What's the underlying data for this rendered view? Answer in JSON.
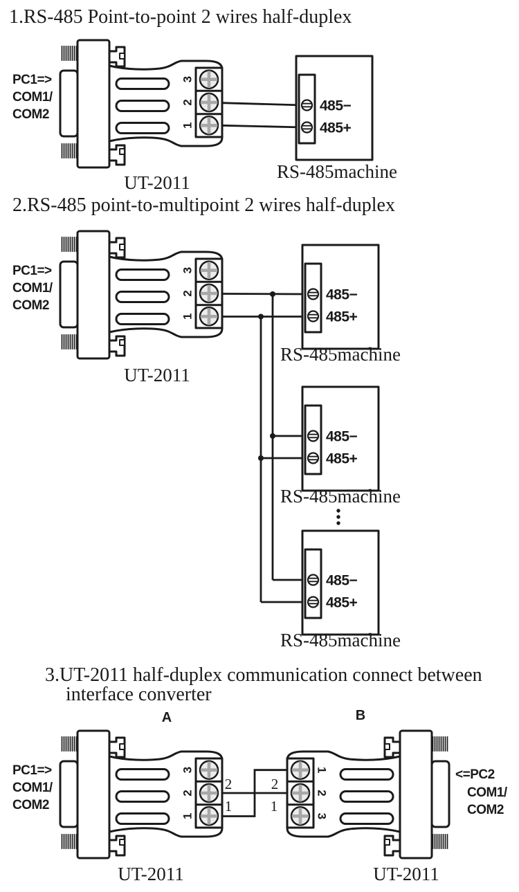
{
  "titles": {
    "t1": "1.RS-485 Point-to-point 2 wires half-duplex",
    "t2": "2.RS-485 point-to-multipoint  2 wires half-duplex",
    "t3_line1": "3.UT-2011 half-duplex communication connect between",
    "t3_line2": "interface converter"
  },
  "labels": {
    "pc1": [
      "PC1=>",
      "COM1/",
      "COM2"
    ],
    "pc2": [
      "<=PC2",
      "COM1/",
      "COM2"
    ],
    "converter": "UT-2011",
    "machine": "RS-485machine",
    "neg": "485−",
    "pos": "485+",
    "conv_a": "A",
    "conv_b": "B",
    "wire2": "2",
    "wire1": "1",
    "digits_a": [
      "3",
      "2",
      "1"
    ],
    "digits_b": [
      "1",
      "2",
      "3"
    ]
  },
  "colors": {
    "ink": "#1a1a1a",
    "background": "#ffffff",
    "screw_fill": "#ececec",
    "cross": "#a8a8a8"
  }
}
